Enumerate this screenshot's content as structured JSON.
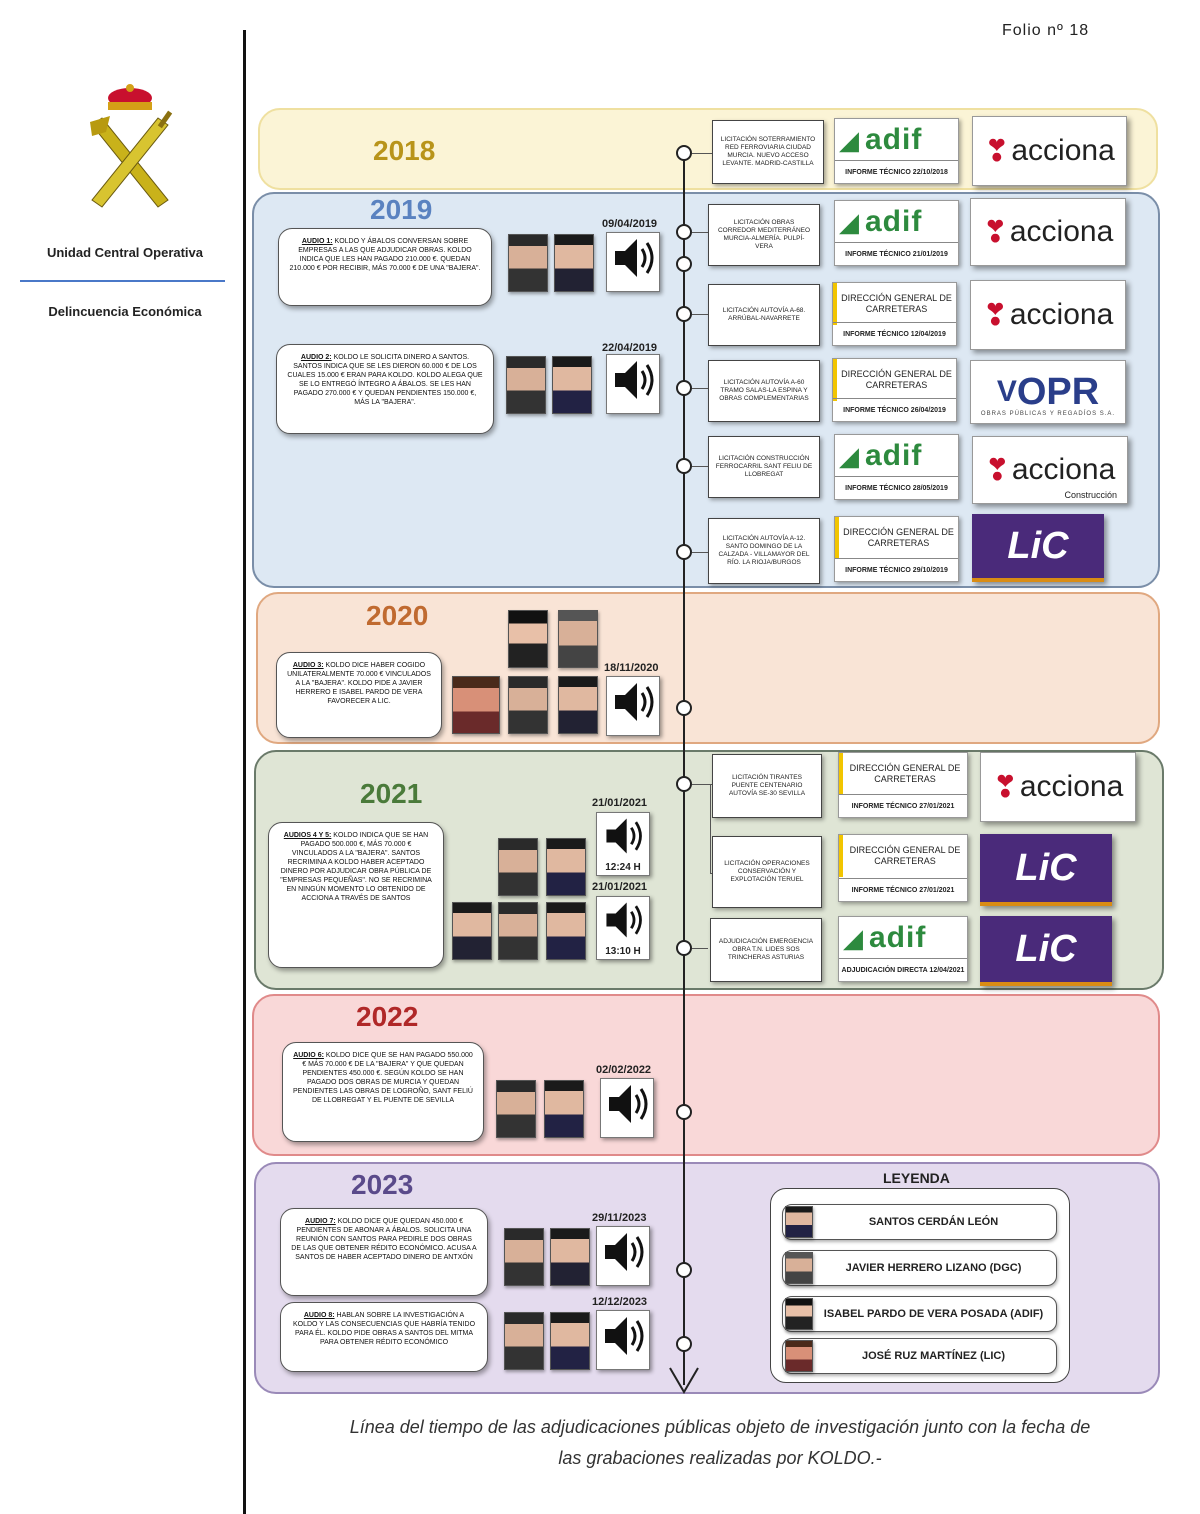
{
  "header": {
    "folio": "Folio nº 18"
  },
  "sidebar": {
    "unit": "Unidad Central Operativa",
    "department": "Delincuencia Económica"
  },
  "years": {
    "y2018": "2018",
    "y2019": "2019",
    "y2020": "2020",
    "y2021": "2021",
    "y2022": "2022",
    "y2023": "2023"
  },
  "audios": {
    "a1": {
      "tag": "AUDIO 1:",
      "text": " KOLDO Y ÁBALOS CONVERSAN SOBRE EMPRESAS A LAS QUE ADJUDICAR OBRAS. KOLDO INDICA QUE LES HAN PAGADO 210.000 €. QUEDAN 210.000 € POR RECIBIR, MÁS 70.000 € DE UNA \"BAJERA\".",
      "date": "09/04/2019"
    },
    "a2": {
      "tag": "AUDIO 2:",
      "text": " KOLDO LE SOLICITA DINERO A SANTOS. SANTOS INDICA QUE SE LES DIERON 60.000 € DE LOS CUALES 15.000 € ERAN PARA KOLDO. KOLDO ALEGA QUE SE LO ENTREGÓ ÍNTEGRO A ÁBALOS. SE LES HAN PAGADO 270.000 € Y QUEDAN PENDIENTES 150.000 €, MÁS LA \"BAJERA\".",
      "date": "22/04/2019"
    },
    "a3": {
      "tag": "AUDIO 3:",
      "text": " KOLDO DICE HABER COGIDO UNILATERALMENTE 70.000 € VINCULADOS A LA \"BAJERA\". KOLDO PIDE A JAVIER HERRERO E ISABEL PARDO DE VERA FAVORECER A LIC.",
      "date": "18/11/2020"
    },
    "a45": {
      "tag": "AUDIOS 4 Y 5:",
      "text": " KOLDO INDICA QUE SE HAN PAGADO 500.000 €, MÁS 70.000 € VINCULADOS A LA \"BAJERA\". SANTOS RECRIMINA A KOLDO HABER ACEPTADO DINERO POR ADJUDICAR OBRA PÚBLICA DE \"EMPRESAS PEQUEÑAS\". NO SE RECRIMINA EN NINGÚN MOMENTO LO OBTENIDO DE ACCIONA A TRAVÉS DE SANTOS",
      "date1": "21/01/2021",
      "time1": "12:24 H",
      "date2": "21/01/2021",
      "time2": "13:10 H"
    },
    "a6": {
      "tag": "AUDIO 6:",
      "text": " KOLDO DICE QUE SE HAN PAGADO 550.000 € MÁS 70.000 € DE LA \"BAJERA\" Y QUE QUEDAN PENDIENTES 450.000 €. SEGÚN KOLDO SE HAN PAGADO DOS OBRAS DE MURCIA Y QUEDAN PENDIENTES LAS OBRAS DE LOGROÑO, SANT FELIÚ DE LLOBREGAT Y EL PUENTE DE SEVILLA",
      "date": "02/02/2022"
    },
    "a7": {
      "tag": "AUDIO 7:",
      "text": " KOLDO DICE QUE QUEDAN 450.000 € PENDIENTES DE ABONAR A ÁBALOS. SOLICITA UNA REUNIÓN CON SANTOS PARA PEDIRLE DOS OBRAS DE LAS QUE OBTENER RÉDITO ECONÓMICO. ACUSA A SANTOS DE HABER ACEPTADO DINERO DE ANTXÓN",
      "date": "29/11/2023"
    },
    "a8": {
      "tag": "AUDIO 8:",
      "text": " HABLAN SOBRE LA INVESTIGACIÓN A KOLDO Y LAS CONSECUENCIAS QUE HABRÍA TENIDO PARA ÉL. KOLDO PIDE OBRAS A SANTOS DEL MITMA PARA OBTENER RÉDITO ECONÓMICO",
      "date": "12/12/2023"
    }
  },
  "contracts": {
    "c1": {
      "title": "LICITACIÓN SOTERRAMIENTO RED FERROVIARIA CIUDAD MURCIA. NUEVO ACCESO LEVANTE. MADRID-CASTILLA",
      "org": "adif",
      "report": "INFORME TÉCNICO 22/10/2018",
      "company": "acciona"
    },
    "c2": {
      "title": "LICITACIÓN OBRAS CORREDOR MEDITERRÁNEO MURCIA-ALMERÍA. PULPÍ-VERA",
      "org": "adif",
      "report": "INFORME TÉCNICO 21/01/2019",
      "company": "acciona"
    },
    "c3": {
      "title": "LICITACIÓN AUTOVÍA A-68. ARRÚBAL-NAVARRETE",
      "org": "DIRECCIÓN GENERAL DE CARRETERAS",
      "report": "INFORME TÉCNICO 12/04/2019",
      "company": "acciona"
    },
    "c4": {
      "title": "LICITACIÓN AUTOVÍA A-60 TRAMO SALAS-LA ESPINA Y OBRAS COMPLEMENTARIAS",
      "org": "DIRECCIÓN GENERAL DE CARRETERAS",
      "report": "INFORME TÉCNICO 26/04/2019",
      "company": "OPR",
      "company_sub": "OBRAS PÚBLICAS Y REGADÍOS S.A."
    },
    "c5": {
      "title": "LICITACIÓN CONSTRUCCIÓN FERROCARRIL SANT FELIU DE LLOBREGAT",
      "org": "adif",
      "report": "INFORME TÉCNICO 28/05/2019",
      "company": "acciona",
      "company_sub": "Construcción"
    },
    "c6": {
      "title": "LICITACIÓN AUTOVÍA A-12. SANTO DOMINGO DE LA CALZADA - VILLAMAYOR DEL RÍO. LA RIOJA/BURGOS",
      "org": "DIRECCIÓN GENERAL DE CARRETERAS",
      "report": "INFORME TÉCNICO 29/10/2019",
      "company": "LiC"
    },
    "c7": {
      "title": "LICITACIÓN TIRANTES PUENTE CENTENARIO AUTOVÍA SE-30 SEVILLA",
      "org": "DIRECCIÓN GENERAL DE CARRETERAS",
      "report": "INFORME TÉCNICO 27/01/2021",
      "company": "acciona"
    },
    "c8": {
      "title": "LICITACIÓN OPERACIONES CONSERVACIÓN Y EXPLOTACIÓN TERUEL",
      "org": "DIRECCIÓN GENERAL DE CARRETERAS",
      "report": "INFORME TÉCNICO 27/01/2021",
      "company": "LiC"
    },
    "c9": {
      "title": "ADJUDICACIÓN EMERGENCIA OBRA T.N. LIDES SOS TRINCHERAS ASTURIAS",
      "org": "adif",
      "report": "ADJUDICACIÓN DIRECTA 12/04/2021",
      "company": "LiC"
    }
  },
  "legend": {
    "title": "LEYENDA",
    "items": [
      "SANTOS CERDÁN LEÓN",
      "JAVIER HERRERO LIZANO (DGC)",
      "ISABEL PARDO DE VERA POSADA (ADIF)",
      "JOSÉ RUZ MARTÍNEZ (LIC)"
    ]
  },
  "caption": "Línea del tiempo de las adjudicaciones públicas objeto de investigación junto con la fecha de las grabaciones realizadas por KOLDO.-",
  "colors": {
    "band2018": "#fbf4d6",
    "band2019": "#dde8f3",
    "band2020": "#f9e4d6",
    "band2021": "#dfe5d5",
    "band2022": "#f9d8d8",
    "band2023": "#e4dbee",
    "adif": "#2d8a3e",
    "lic": "#4a2a7a",
    "dgc": "#f2c500"
  }
}
